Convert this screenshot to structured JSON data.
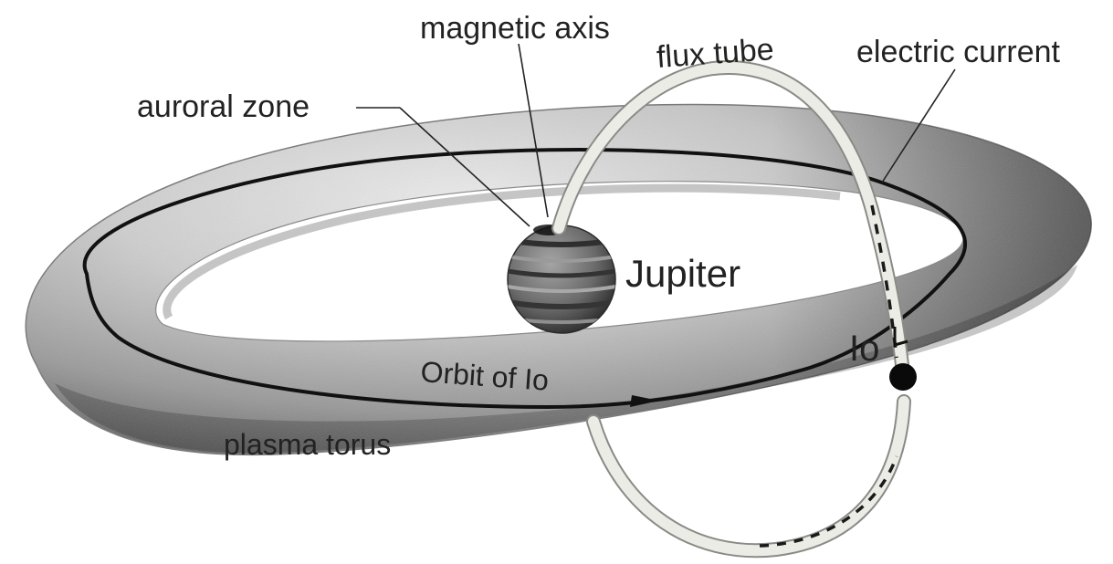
{
  "labels": {
    "magnetic_axis": "magnetic axis",
    "flux_tube": "flux tube",
    "electric_current": "electric current",
    "auroral_zone": "auroral zone",
    "jupiter": "Jupiter",
    "io": "Io",
    "orbit_of_io": "Orbit of Io",
    "plasma_torus": "plasma torus"
  },
  "colors": {
    "torus_light": "#f2f2f2",
    "torus_mid": "#bdbdbd",
    "torus_dark": "#6e6e6e",
    "orbit_line": "#111111",
    "jupiter_band_dark": "#3a3a3a",
    "jupiter_band_light": "#9a9a9a",
    "io_fill": "#0a0a0a",
    "flux_tube_fill": "#e9e9e2",
    "flux_tube_edge": "#8a8a86",
    "label_text": "#222222"
  }
}
